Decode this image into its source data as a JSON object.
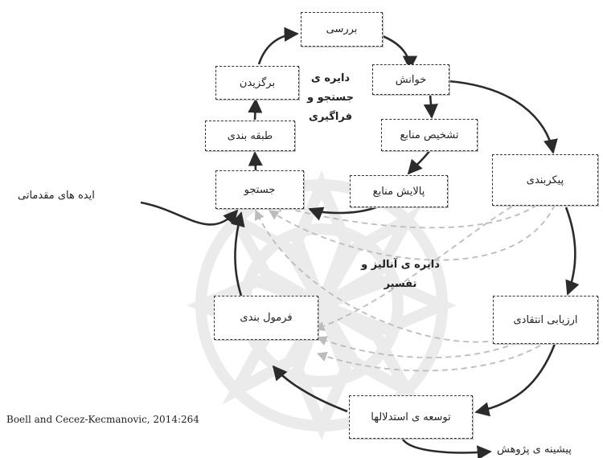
{
  "boxes": {
    "barresi": "بررسی",
    "khanesh": "خوانش",
    "tashkhis": "تشخیص منابع",
    "palayesh": "پالایش منابع",
    "jostojoo": "جستجو",
    "tabaghe": "طبقه بندی",
    "bargozidan": "برگزیدن",
    "peykarbandi": "پیکربندی",
    "arzyabi": "ارزیابی انتقادی",
    "formulbandi": "فرمول بندی",
    "tosee": "توسعه ی استدلالها"
  },
  "circle_labels": {
    "search_circle": [
      "دایره ی",
      "جستجو و",
      "فراگیری"
    ],
    "analysis_circle": [
      "دایره ی آنالیز و",
      "تفسیر"
    ]
  },
  "external_labels": {
    "initial_ideas": "ایده های مقدماتی",
    "literature_review": "پیشینه ی پژوهش"
  },
  "citation": "Boell and Cecez-Kecmanovic, 2014:264",
  "colors": {
    "arrow": "#2b2b2b",
    "dashed_arrow": "#bcbcbc",
    "watermark": "#ececec"
  }
}
